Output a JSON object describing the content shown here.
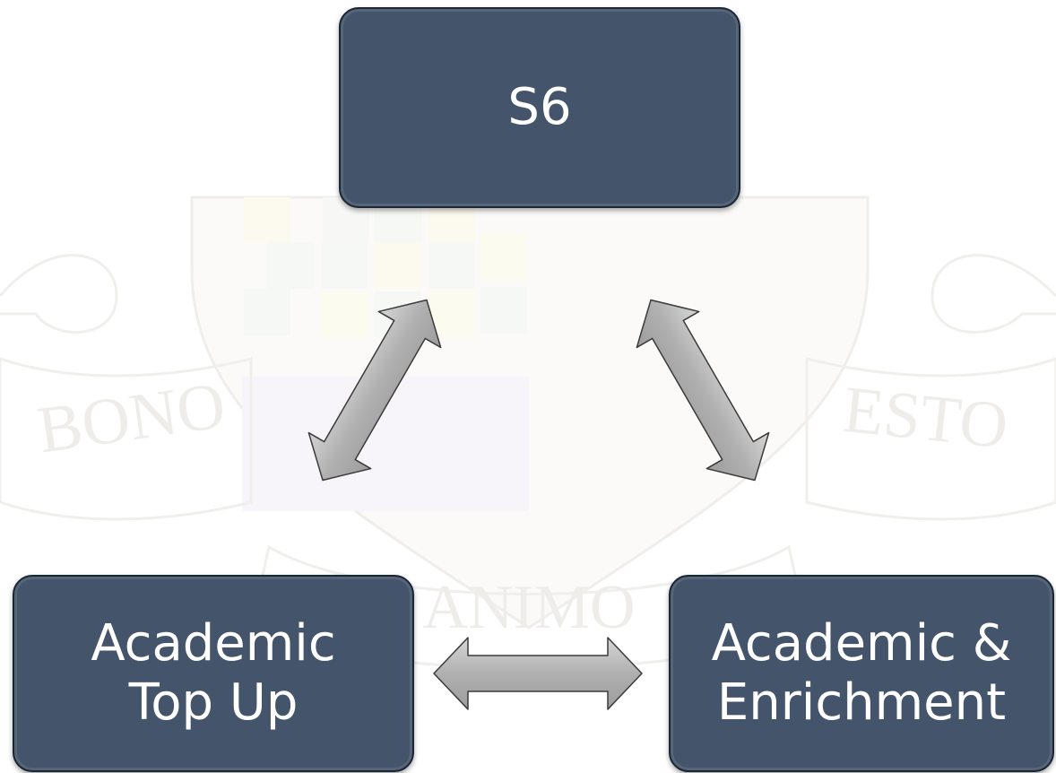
{
  "nodes": {
    "s6": {
      "label": "S6"
    },
    "top_up": {
      "label": "Academic\nTop Up"
    },
    "enrichment": {
      "label": "Academic &\nEnrichment"
    }
  },
  "watermark": {
    "motto_left": "BONO",
    "motto_right": "ESTO",
    "motto_bottom": "ANIMO"
  },
  "colors": {
    "node_fill": "#44546a",
    "node_border": "#1c2533",
    "arrow_fill": "#b3b3b3",
    "arrow_stroke": "#3a3a3a",
    "watermark": "#e6e4e0"
  }
}
